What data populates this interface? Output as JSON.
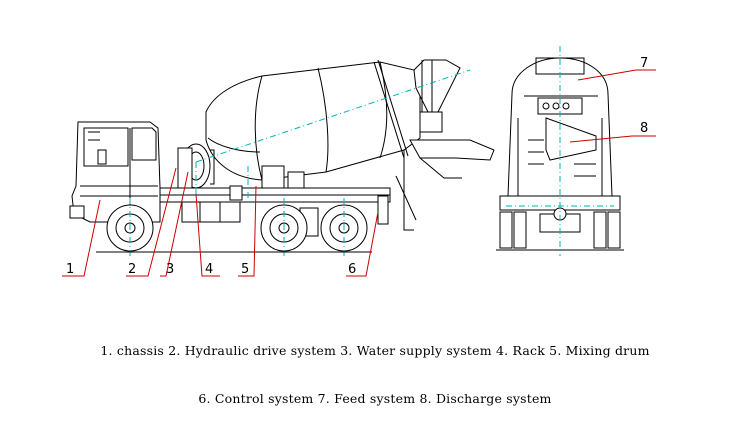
{
  "callouts": {
    "c1": "1",
    "c2": "2",
    "c3": "3",
    "c4": "4",
    "c5": "5",
    "c6": "6",
    "c7": "7",
    "c8": "8"
  },
  "caption": {
    "line1": "1. chassis 2. Hydraulic drive system 3. Water supply system 4. Rack 5. Mixing drum",
    "line2": "6. Control system 7. Feed system 8. Discharge system"
  },
  "colors": {
    "outline": "#000000",
    "centerline": "#00b3b3",
    "leader": "#cc0000"
  }
}
